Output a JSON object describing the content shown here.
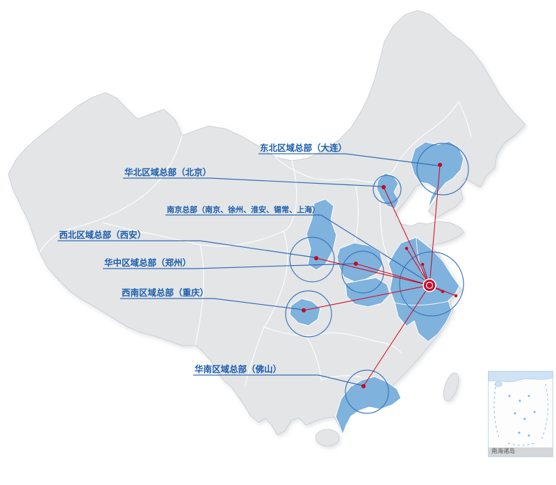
{
  "colors": {
    "background": "#ffffff",
    "land": "#e4e5e7",
    "province_border": "#ffffff",
    "highlighted_province": "#7fb2dc",
    "label_text": "#1a5dab",
    "connector_line": "#2f6cb3",
    "radius_circle": "#3a77bb",
    "route_line": "#d0021b",
    "city_dot": "#cc0022",
    "hub_badge": "#c8102e"
  },
  "labels": {
    "northeast": "东北区域总部（大连）",
    "north": "华北区域总部（北京）",
    "nanjing": "南京总部（南京、徐州、淮安、锡常、上海）",
    "northwest": "西北区域总部（西安）",
    "central": "华中区域总部（郑州）",
    "southwest": "西南区域总部（重庆）",
    "south": "华南区域总部（佛山）"
  },
  "markers": {
    "hub": "nanjing-hub",
    "cities": [
      "dalian",
      "beijing",
      "xian",
      "zhengzhou",
      "chongqing",
      "foshan"
    ]
  },
  "inset": {
    "caption": "南海诸岛"
  }
}
